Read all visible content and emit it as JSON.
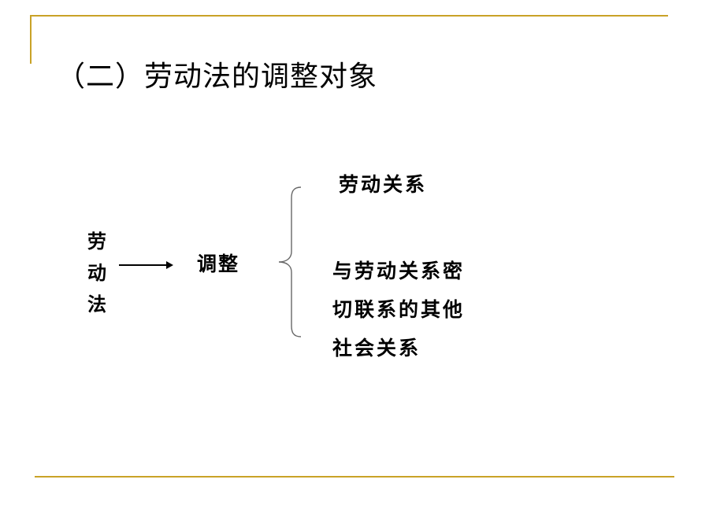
{
  "slide": {
    "title": "（二）劳动法的调整对象"
  },
  "diagram": {
    "subject": "劳动法",
    "relation": "调整",
    "branches": [
      "劳动关系",
      "与劳动关系密切联系的其他社会关系"
    ]
  },
  "colors": {
    "accent_rule": "#c9a227",
    "text": "#000000",
    "background": "#ffffff"
  }
}
